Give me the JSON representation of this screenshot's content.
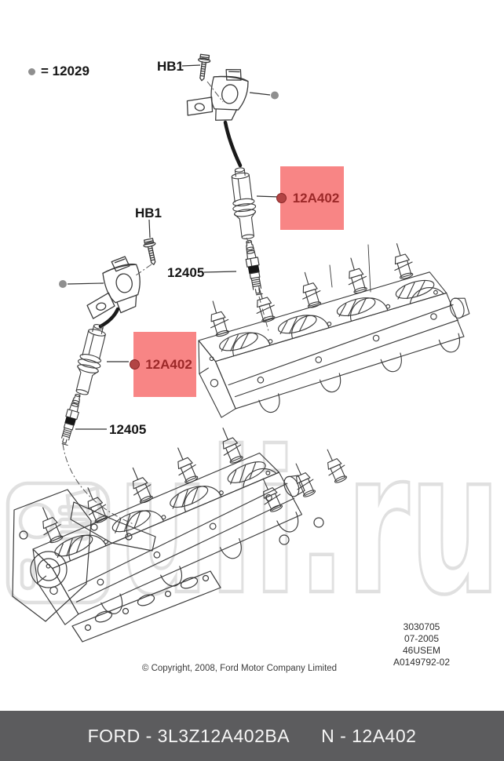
{
  "legend": {
    "text": "= 12029"
  },
  "callouts": {
    "bolt_top": "HB1",
    "bolt_mid": "HB1",
    "boot_top": "12A402",
    "boot_mid": "12A402",
    "plug_top": "12405",
    "plug_bottom": "12405"
  },
  "stamp": {
    "lines": [
      "3030705",
      "07-2005",
      "46USEM",
      "A0149792-02"
    ]
  },
  "copyright": "© Copyright, 2008, Ford Motor Company Limited",
  "footer": {
    "brand_part": "FORD - 3L3Z12A402BA",
    "catalog_number": "N - 12A402"
  },
  "watermark": {
    "text": "uli.ru"
  },
  "colors": {
    "highlight_bg": "#f88585",
    "highlight_text": "#9c2828",
    "highlight_dot": "#b24444",
    "legend_dot": "#8f8f8f",
    "footer_bg": "#5c5c5e",
    "watermark": "#e0e0e0",
    "line": "#3a3a3a"
  }
}
